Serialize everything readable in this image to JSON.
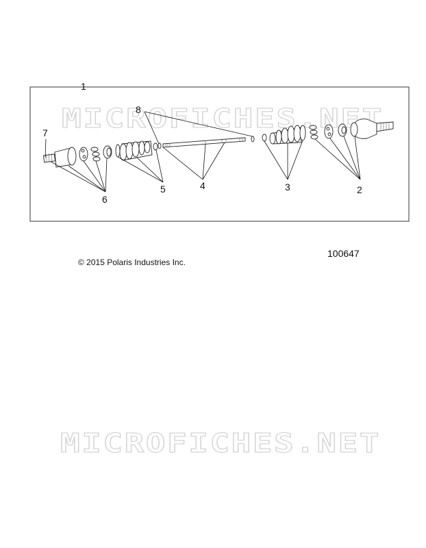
{
  "diagram": {
    "callouts": [
      "1",
      "2",
      "3",
      "4",
      "5",
      "6",
      "7",
      "8"
    ],
    "watermark": "MICROFICHES.NET",
    "copyright": "© 2015 Polaris Industries Inc.",
    "figure_id": "100647"
  }
}
